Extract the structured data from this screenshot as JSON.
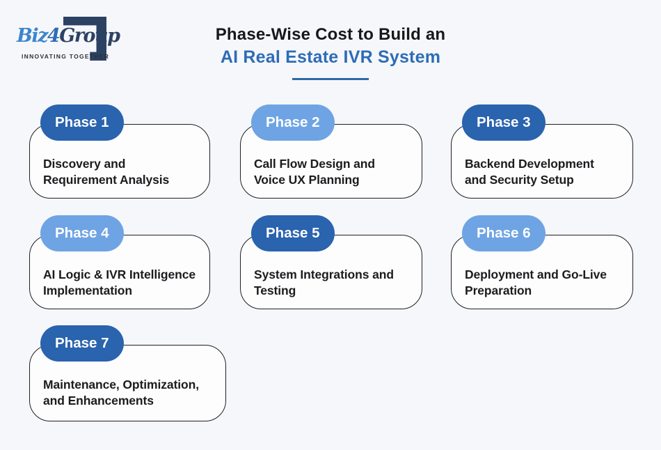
{
  "theme": {
    "bg": "#f6f7fa",
    "card-bg": "#fdfdfe",
    "card-border": "#1f2023",
    "title-dark": "#17181a",
    "title-blue": "#2d6cb7",
    "underline": "#2e6aa6",
    "card-text": "#1b1c1e",
    "logo-light-blue": "#3d86cc",
    "logo-mid-blue": "#2f6db6",
    "logo-navy": "#2c4263",
    "tagline-color": "#2f2f38"
  },
  "logo": {
    "name_part1": "Biz",
    "name_part2": "4",
    "name_part3": "Group",
    "tagline": "INNOVATING TOGETHER"
  },
  "header": {
    "title_line1": "Phase-Wise Cost to Build an",
    "title_line2": "AI Real Estate IVR System"
  },
  "badge_colors": {
    "dark": "#2a63ae",
    "light": "#6fa4e4"
  },
  "phases": [
    {
      "badge": "Phase 1",
      "badge_color": "#2a63ae",
      "lines": [
        "Discovery and",
        "Requirement Analysis"
      ]
    },
    {
      "badge": "Phase 2",
      "badge_color": "#6fa4e4",
      "lines": [
        "Call Flow Design and",
        "Voice UX Planning"
      ]
    },
    {
      "badge": "Phase 3",
      "badge_color": "#2a63ae",
      "lines": [
        "Backend Development",
        "and Security Setup"
      ]
    },
    {
      "badge": "Phase 4",
      "badge_color": "#6fa4e4",
      "lines": [
        "AI Logic & IVR Intelligence",
        "Implementation"
      ]
    },
    {
      "badge": "Phase 5",
      "badge_color": "#2a63ae",
      "lines": [
        "System Integrations and",
        "Testing"
      ]
    },
    {
      "badge": "Phase 6",
      "badge_color": "#6fa4e4",
      "lines": [
        "Deployment and Go-Live",
        "Preparation"
      ]
    },
    {
      "badge": "Phase 7",
      "badge_color": "#2a63ae",
      "lines": [
        "Maintenance, Optimization,",
        "and Enhancements"
      ]
    }
  ]
}
